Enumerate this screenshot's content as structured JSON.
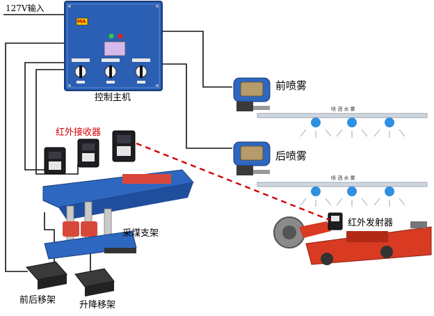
{
  "labels": {
    "input_label": "127V输入",
    "control_host": "控制主机",
    "front_spray": "前喷雾",
    "rear_spray": "后喷雾",
    "ir_receiver": "红外接收器",
    "support": "采煤支架",
    "ir_emitter": "红外发射器",
    "front_rear_move": "前后移架",
    "lift_move": "升降移架",
    "pipe_text": "喷 洒 水 雾",
    "brand_badge": "MA"
  },
  "colors": {
    "cabinet_blue": "#2b5fb4",
    "machine_blue": "#2e67c0",
    "shearer_red": "#d83a22",
    "ir_link": "#d40000",
    "wire": "#111111"
  }
}
